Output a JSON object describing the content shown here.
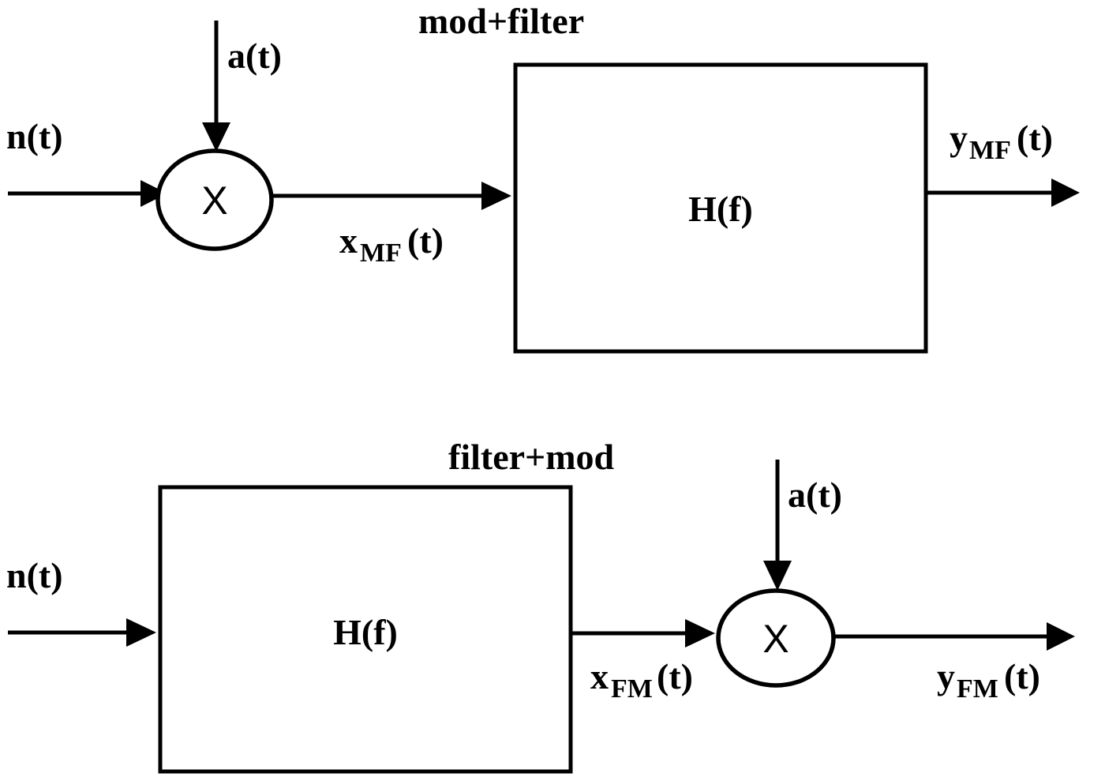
{
  "figure": {
    "type": "block-diagram",
    "background_color": "#ffffff",
    "stroke_color": "#000000",
    "description": "Two signal-processing block diagrams comparing modulation followed by filtering versus filtering followed by modulation."
  },
  "diagrams": [
    {
      "id": "mod-filter",
      "title": "mod+filter",
      "input_label": "n(t)",
      "modulator_label": "X",
      "modulator_input_label": "a(t)",
      "intermediate_label_base": "x",
      "intermediate_label_sub": "MF",
      "intermediate_label_tail": "(t)",
      "filter_label": "H(f)",
      "output_label_base": "y",
      "output_label_sub": "MF",
      "output_label_tail": "(t)"
    },
    {
      "id": "filter-mod",
      "title": "filter+mod",
      "input_label": "n(t)",
      "filter_label": "H(f)",
      "intermediate_label_base": "x",
      "intermediate_label_sub": "FM",
      "intermediate_label_tail": "(t)",
      "modulator_label": "X",
      "modulator_input_label": "a(t)",
      "output_label_base": "y",
      "output_label_sub": "FM",
      "output_label_tail": "(t)"
    }
  ]
}
